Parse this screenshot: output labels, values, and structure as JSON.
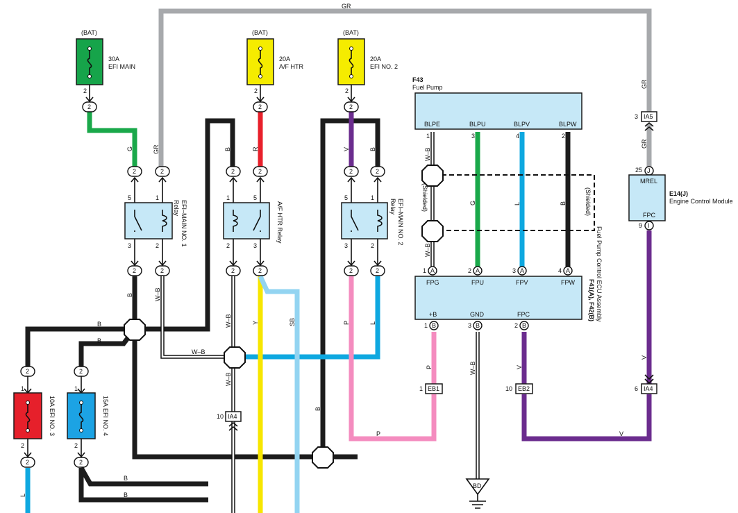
{
  "colors": {
    "G": "#1aa84a",
    "GR": "#a7a9ac",
    "B": "#1c1c1c",
    "R": "#e8202b",
    "V": "#6b2c8e",
    "L": "#0ea8e0",
    "Y": "#f7e600",
    "SB": "#93d4f1",
    "P": "#f48cbf",
    "WB": "#ffffff",
    "fuse_green": "#16a44a",
    "fuse_yellow": "#f5ec00",
    "fuse_red": "#e6202b",
    "fuse_blue": "#1ca3e4",
    "component": "#c6e8f7"
  },
  "fuses": {
    "efi_main": {
      "source": "(BAT)",
      "rating": "30A",
      "name": "EFI MAIN",
      "pin": "2",
      "conn": "2"
    },
    "af_htr": {
      "source": "(BAT)",
      "rating": "20A",
      "name": "A/F HTR",
      "pin": "2",
      "conn": "2"
    },
    "efi_no2": {
      "source": "(BAT)",
      "rating": "20A",
      "name": "EFI NO. 2",
      "pin": "2",
      "conn": "2"
    },
    "efi_no3": {
      "label": "10A EFI NO. 3",
      "pin_top": "1",
      "pin_bot": "2",
      "conn": "2"
    },
    "efi_no4": {
      "label": "15A EFI NO. 4",
      "pin_top": "1",
      "pin_bot": "2",
      "conn": "2"
    }
  },
  "relays": {
    "efi_main_no1": {
      "line1": "EFI–MAIN NO. 1",
      "line2": "Relay",
      "pins": [
        "5",
        "1",
        "3",
        "2"
      ],
      "conn": "2"
    },
    "af_htr": {
      "line1": "A/F HTR Relay",
      "pins": [
        "1",
        "5",
        "2",
        "3"
      ],
      "conn": "2"
    },
    "efi_main_no2": {
      "line1": "EFI–MAIN NO. 2",
      "line2": "Relay",
      "pins": [
        "5",
        "1",
        "3",
        "2"
      ],
      "conn": "2"
    }
  },
  "fuel_pump": {
    "code": "F43",
    "name": "Fuel Pump",
    "terminals": [
      "BLPE",
      "BLPU",
      "BLPV",
      "BLPW"
    ],
    "pins": [
      "1",
      "3",
      "4",
      "2"
    ]
  },
  "ecu_assembly": {
    "line1": "F41(A), F42(B)",
    "line2": "Fuel Pump Control ECU Assembly",
    "top_terminals": [
      "FPG",
      "FPU",
      "FPV",
      "FPW"
    ],
    "top_pins": [
      "1",
      "2",
      "3",
      "4"
    ],
    "top_conn": "A",
    "bottom_terminals": [
      "+B",
      "GND",
      "FPC"
    ],
    "bottom_pins": [
      "1",
      "3",
      "2"
    ],
    "bottom_conn": "B"
  },
  "ecm": {
    "code": "E14(J)",
    "name": "Engine Control Module",
    "terminals": [
      "MREL",
      "FPC"
    ],
    "pins": [
      "25",
      "9"
    ],
    "conns": [
      "J",
      "I"
    ]
  },
  "shielded": "(Shielded)",
  "inline": {
    "ia5": {
      "pin": "3",
      "id": "IA5"
    },
    "ia4_ecm": {
      "pin": "6",
      "id": "IA4"
    },
    "ia4_mid": {
      "pin": "10",
      "id": "IA4"
    },
    "eb1": {
      "pin": "1",
      "id": "EB1"
    },
    "eb2": {
      "pin": "10",
      "id": "EB2"
    }
  },
  "ground": "BD",
  "wires": {
    "gr": "GR",
    "g": "G",
    "b": "B",
    "r": "R",
    "v": "V",
    "l": "L",
    "y": "Y",
    "sb": "SB",
    "p": "P",
    "wb": "W–B"
  }
}
